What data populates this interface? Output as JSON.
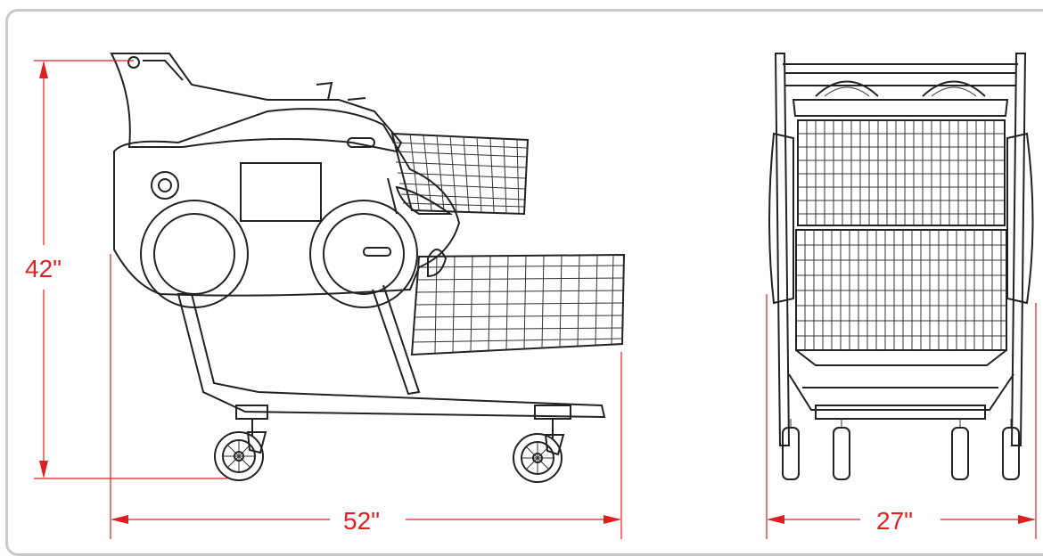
{
  "dimensions": {
    "height": "42\"",
    "length": "52\"",
    "width": "27\""
  },
  "colors": {
    "dimension": "#e02020",
    "line": "#222222",
    "frame": "#c9c9c9"
  },
  "views": [
    "side-view",
    "front-view"
  ]
}
